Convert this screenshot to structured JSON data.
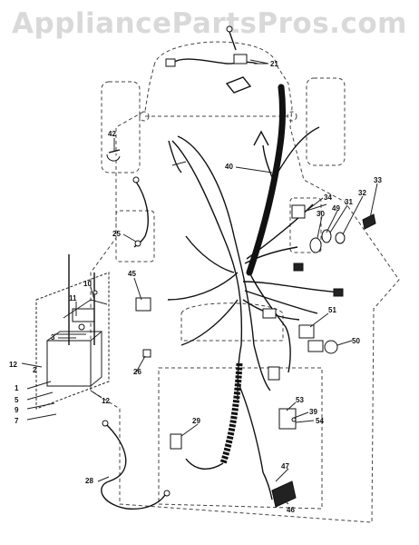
{
  "watermark": "AppliancePartsPros.com",
  "callouts": [
    {
      "id": "c21",
      "text": "21"
    },
    {
      "id": "c42",
      "text": "42"
    },
    {
      "id": "c40",
      "text": "40"
    },
    {
      "id": "c34",
      "text": "34"
    },
    {
      "id": "c33",
      "text": "33"
    },
    {
      "id": "c32",
      "text": "32"
    },
    {
      "id": "c31",
      "text": "31"
    },
    {
      "id": "c49",
      "text": "49"
    },
    {
      "id": "c30",
      "text": "30"
    },
    {
      "id": "c25",
      "text": "25"
    },
    {
      "id": "c45",
      "text": "45"
    },
    {
      "id": "c10",
      "text": "10"
    },
    {
      "id": "c11",
      "text": "11"
    },
    {
      "id": "c3",
      "text": "3"
    },
    {
      "id": "c12a",
      "text": "12"
    },
    {
      "id": "c2",
      "text": "2"
    },
    {
      "id": "c1",
      "text": "1"
    },
    {
      "id": "c5",
      "text": "5"
    },
    {
      "id": "c9",
      "text": "9"
    },
    {
      "id": "c7",
      "text": "7"
    },
    {
      "id": "c12b",
      "text": "12"
    },
    {
      "id": "c26",
      "text": "26"
    },
    {
      "id": "c51",
      "text": "51"
    },
    {
      "id": "c50",
      "text": "50"
    },
    {
      "id": "c53",
      "text": "53"
    },
    {
      "id": "c39",
      "text": "39"
    },
    {
      "id": "c54",
      "text": "54"
    },
    {
      "id": "c29",
      "text": "29"
    },
    {
      "id": "c28",
      "text": "28"
    },
    {
      "id": "c47",
      "text": "47"
    },
    {
      "id": "c46",
      "text": "46"
    }
  ]
}
